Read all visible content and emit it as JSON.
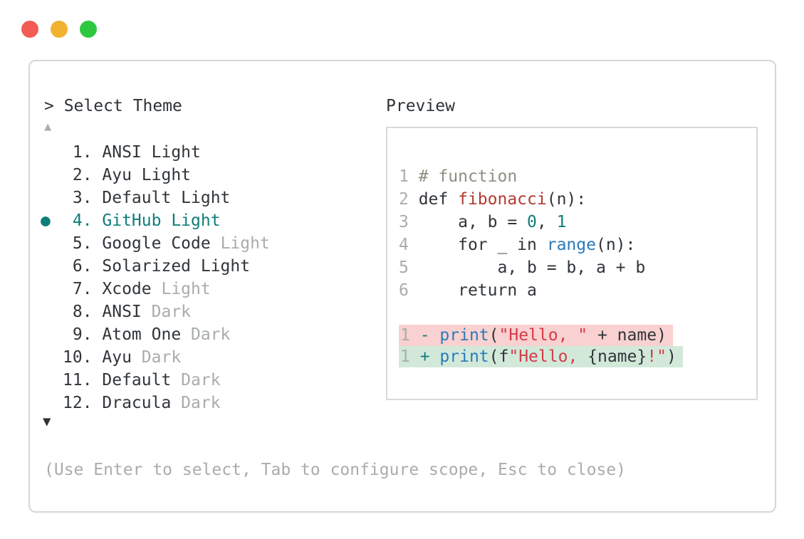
{
  "window": {
    "traffic_lights": [
      {
        "name": "close-button",
        "color": "#f25c54"
      },
      {
        "name": "minimize-button",
        "color": "#f0b22f"
      },
      {
        "name": "zoom-button",
        "color": "#2ec840"
      }
    ]
  },
  "dialog": {
    "prompt": "> Select Theme",
    "scroll_up_icon": "▲",
    "scroll_down_icon": "▼",
    "selected_marker": "●",
    "hint": "(Use Enter to select, Tab to configure scope, Esc to close)",
    "themes": [
      {
        "number": "1",
        "name": "ANSI Light",
        "muted": "",
        "selected": false
      },
      {
        "number": "2",
        "name": "Ayu Light",
        "muted": "",
        "selected": false
      },
      {
        "number": "3",
        "name": "Default Light",
        "muted": "",
        "selected": false
      },
      {
        "number": "4",
        "name": "GitHub Light",
        "muted": "",
        "selected": true
      },
      {
        "number": "5",
        "name": "Google Code",
        "muted": "Light",
        "selected": false
      },
      {
        "number": "6",
        "name": "Solarized Light",
        "muted": "",
        "selected": false
      },
      {
        "number": "7",
        "name": "Xcode",
        "muted": "Light",
        "selected": false
      },
      {
        "number": "8",
        "name": "ANSI",
        "muted": "Dark",
        "selected": false
      },
      {
        "number": "9",
        "name": "Atom One",
        "muted": "Dark",
        "selected": false
      },
      {
        "number": "10",
        "name": "Ayu",
        "muted": "Dark",
        "selected": false
      },
      {
        "number": "11",
        "name": "Default",
        "muted": "Dark",
        "selected": false
      },
      {
        "number": "12",
        "name": "Dracula",
        "muted": "Dark",
        "selected": false
      }
    ]
  },
  "preview": {
    "title": "Preview",
    "code_lines": [
      {
        "number": "1",
        "tokens": [
          {
            "t": "# function",
            "c": "cm"
          }
        ]
      },
      {
        "number": "2",
        "tokens": [
          {
            "t": "def ",
            "c": "d"
          },
          {
            "t": "fibonacci",
            "c": "fn"
          },
          {
            "t": "(n):",
            "c": "d"
          }
        ]
      },
      {
        "number": "3",
        "tokens": [
          {
            "t": "    a, b = ",
            "c": "d"
          },
          {
            "t": "0",
            "c": "num"
          },
          {
            "t": ", ",
            "c": "d"
          },
          {
            "t": "1",
            "c": "num"
          }
        ]
      },
      {
        "number": "4",
        "tokens": [
          {
            "t": "    for _ in ",
            "c": "d"
          },
          {
            "t": "range",
            "c": "call"
          },
          {
            "t": "(n):",
            "c": "d"
          }
        ]
      },
      {
        "number": "5",
        "tokens": [
          {
            "t": "        a, b = b, a + b",
            "c": "d"
          }
        ]
      },
      {
        "number": "6",
        "tokens": [
          {
            "t": "    return a",
            "c": "d"
          }
        ]
      }
    ],
    "diff_lines": [
      {
        "number": "1",
        "sign": "-",
        "kind": "removed",
        "tokens": [
          {
            "t": "print",
            "c": "call"
          },
          {
            "t": "(",
            "c": "d"
          },
          {
            "t": "\"Hello, \"",
            "c": "str"
          },
          {
            "t": " + name",
            "c": "d"
          },
          {
            "t": ")",
            "c": "d"
          }
        ]
      },
      {
        "number": "1",
        "sign": "+",
        "kind": "added",
        "tokens": [
          {
            "t": "print",
            "c": "call"
          },
          {
            "t": "(f",
            "c": "d"
          },
          {
            "t": "\"Hello, ",
            "c": "str"
          },
          {
            "t": "{name}",
            "c": "d"
          },
          {
            "t": "!\"",
            "c": "str"
          },
          {
            "t": ")",
            "c": "d"
          }
        ]
      }
    ]
  },
  "colors": {
    "text": "#30353a",
    "muted": "#a9acae",
    "accent_teal": "#107d7a",
    "comment_green": "#8b9183",
    "function_red": "#b23a31",
    "string_red": "#d63a49",
    "call_blue": "#2a7ab9",
    "removed_bg": "#f8d1d0",
    "added_bg": "#d2e9da",
    "border": "#d6d6d6"
  }
}
